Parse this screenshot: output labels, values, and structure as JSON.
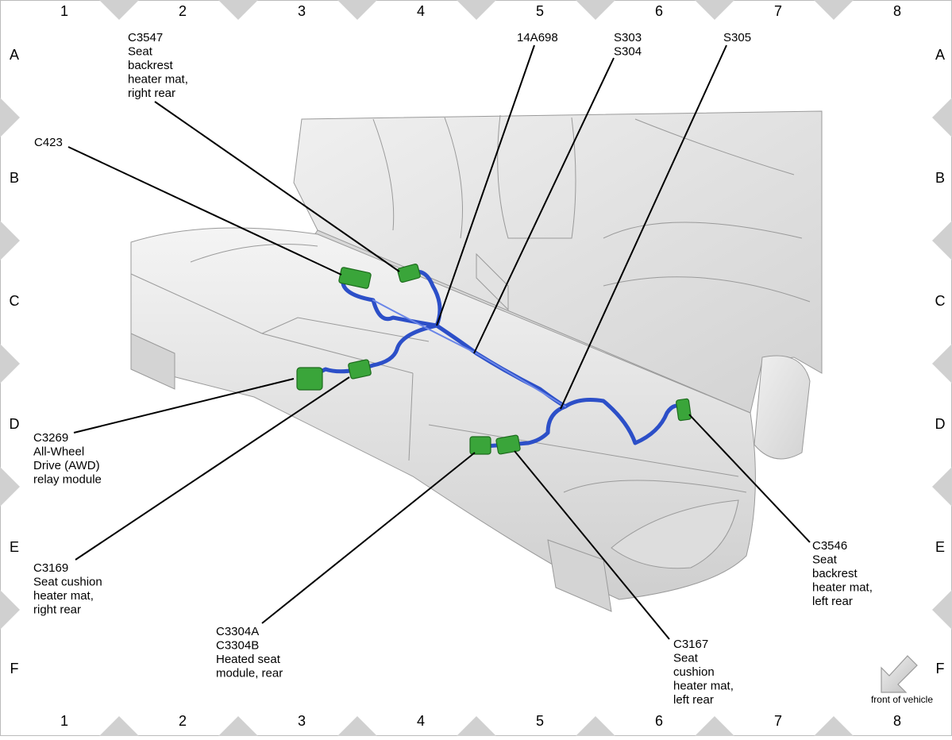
{
  "grid": {
    "columns": [
      "1",
      "2",
      "3",
      "4",
      "5",
      "6",
      "7",
      "8"
    ],
    "rows": [
      "A",
      "B",
      "C",
      "D",
      "E",
      "F"
    ]
  },
  "callouts": {
    "c3547": [
      "C3547",
      "Seat",
      "backrest",
      "heater mat,",
      "right rear"
    ],
    "c423": [
      "C423"
    ],
    "n14a698": [
      "14A698"
    ],
    "s303": [
      "S303",
      "S304"
    ],
    "s305": [
      "S305"
    ],
    "c3269": [
      "C3269",
      "All-Wheel",
      "Drive (AWD)",
      "relay module"
    ],
    "c3169": [
      "C3169",
      "Seat cushion",
      "heater mat,",
      "right rear"
    ],
    "c3304": [
      "C3304A",
      "C3304B",
      "Heated seat",
      "module, rear"
    ],
    "c3167": [
      "C3167",
      "Seat",
      "cushion",
      "heater mat,",
      "left rear"
    ],
    "c3546": [
      "C3546",
      "Seat",
      "backrest",
      "heater mat,",
      "left rear"
    ]
  },
  "front_indicator": "front of vehicle",
  "colors": {
    "harness": "#2c4fc8",
    "connector": "#3aa53a",
    "seat": "#dcdcdc",
    "border_diamond": "#d0d0d0"
  }
}
